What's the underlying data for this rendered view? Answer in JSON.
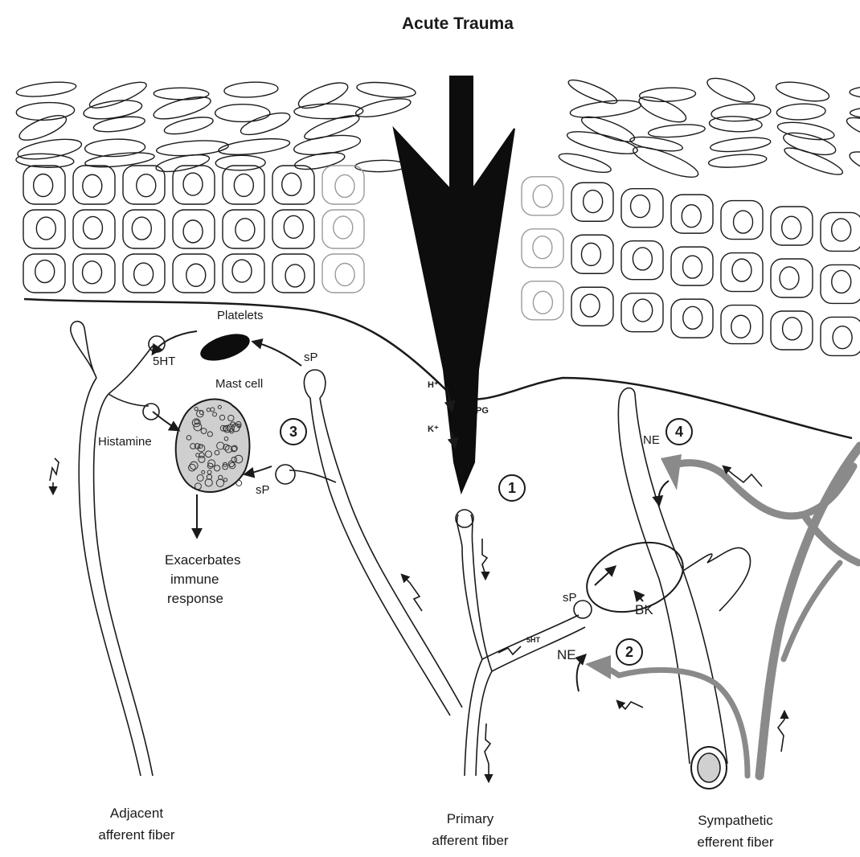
{
  "title": "Acute Trauma",
  "labels": {
    "platelets": "Platelets",
    "five_ht": "5HT",
    "sp_upper": "sP",
    "mast_cell": "Mast cell",
    "histamine": "Histamine",
    "sp_lower": "sP",
    "exacerbates_line1": "Exacerbates",
    "exacerbates_line2": "immune",
    "exacerbates_line3": "response",
    "h_plus": "H⁺",
    "k_plus": "K⁺",
    "pg": "PG",
    "sp_right": "sP",
    "bk": "BK",
    "ne_lower": "NE",
    "ne_upper": "NE",
    "five_ht_small": "5HT"
  },
  "markers": [
    "1",
    "2",
    "3",
    "4"
  ],
  "captions": {
    "adjacent_line1": "Adjacent",
    "adjacent_line2": "afferent fiber",
    "primary_line1": "Primary",
    "primary_line2": "afferent fiber",
    "sympathetic_line1": "Sympathetic",
    "sympathetic_line2": "efferent fiber"
  },
  "colors": {
    "ink": "#1a1a1a",
    "sympathetic_fiber": "#8a8a8a",
    "damaged_cells": "#9a9a9a"
  }
}
